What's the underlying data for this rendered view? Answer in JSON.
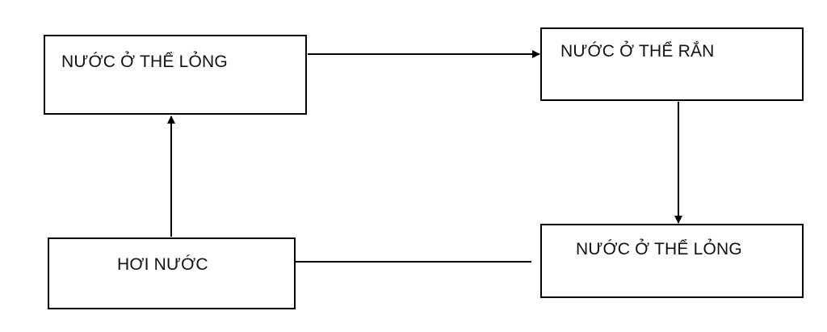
{
  "diagram": {
    "nodes": {
      "liquid_top": "NƯỚC Ở THỂ LỎNG",
      "solid": "NƯỚC Ở THỂ RẮN",
      "liquid_bottom": "NƯỚC Ở THỂ LỎNG",
      "vapor": "HƠI NƯỚC"
    },
    "edges": [
      {
        "from": "liquid_top",
        "to": "solid"
      },
      {
        "from": "solid",
        "to": "liquid_bottom"
      },
      {
        "from": "liquid_bottom",
        "to": "vapor"
      },
      {
        "from": "vapor",
        "to": "liquid_top"
      }
    ],
    "colors": {
      "stroke": "#000000",
      "background": "#ffffff"
    }
  }
}
